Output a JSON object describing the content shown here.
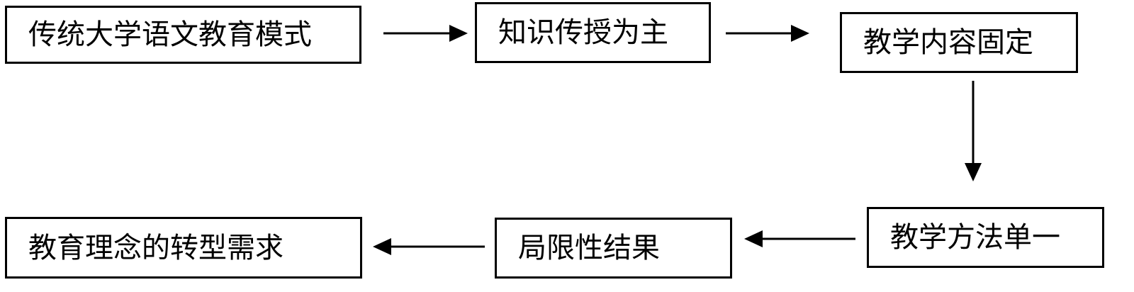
{
  "diagram": {
    "nodes": [
      {
        "id": "n1",
        "label": "传统大学语文教育模式"
      },
      {
        "id": "n2",
        "label": "知识传授为主"
      },
      {
        "id": "n3",
        "label": "教学内容固定"
      },
      {
        "id": "n4",
        "label": "教学方法单一"
      },
      {
        "id": "n5",
        "label": "局限性结果"
      },
      {
        "id": "n6",
        "label": "教育理念的转型需求"
      }
    ],
    "edges": [
      {
        "from": "n1",
        "to": "n2"
      },
      {
        "from": "n2",
        "to": "n3"
      },
      {
        "from": "n3",
        "to": "n4"
      },
      {
        "from": "n4",
        "to": "n5"
      },
      {
        "from": "n5",
        "to": "n6"
      }
    ]
  }
}
